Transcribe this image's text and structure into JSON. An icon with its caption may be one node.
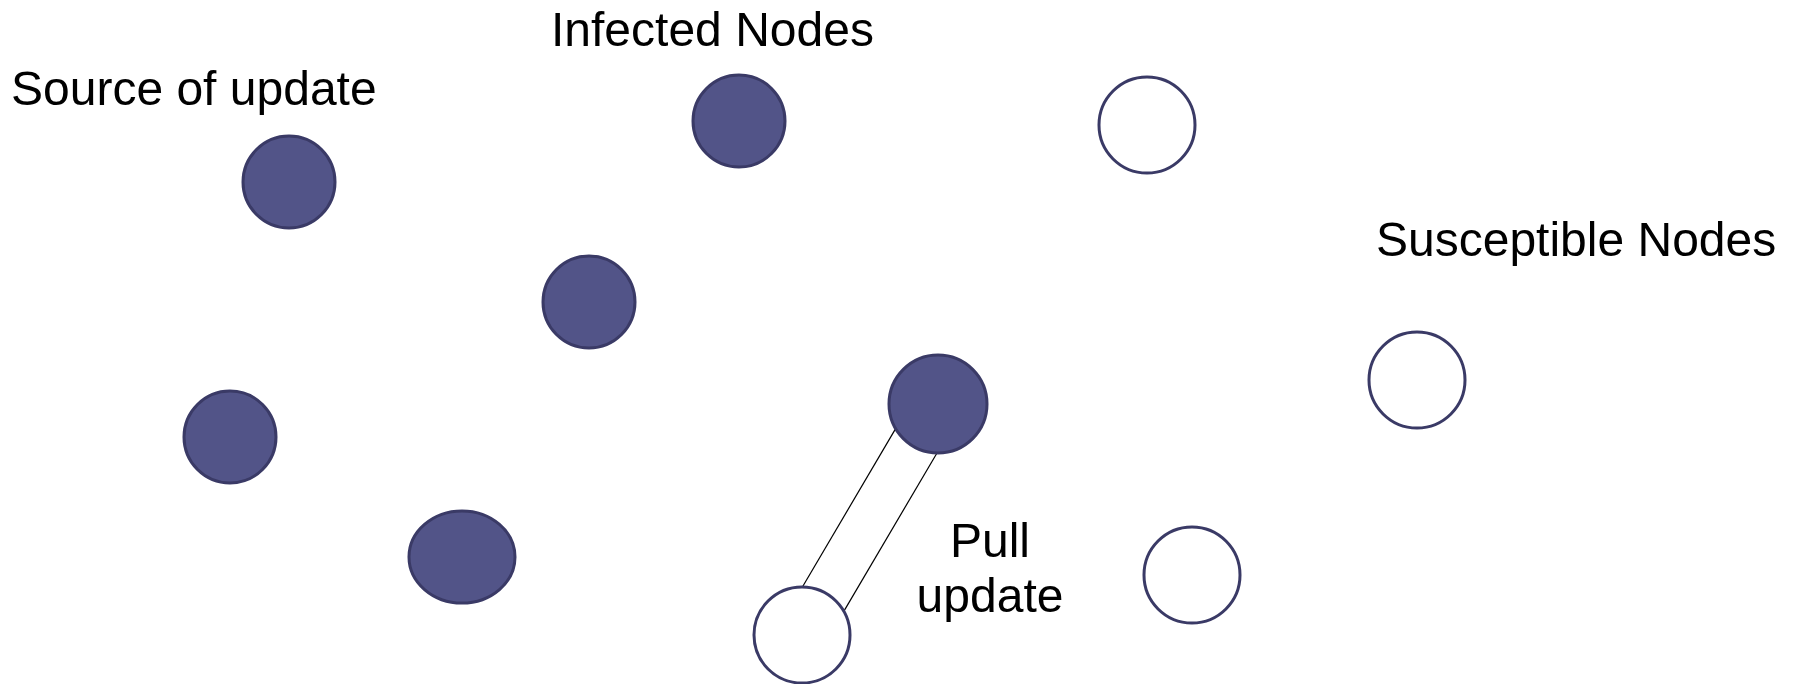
{
  "diagram": {
    "nodes": [
      {
        "text": [],
        "shape": "circle"
      },
      {
        "text": [],
        "shape": "circle"
      },
      {
        "text": [],
        "shape": "circle"
      },
      {
        "text": [],
        "shape": "circle"
      },
      {
        "text": [],
        "shape": "circle"
      },
      {
        "text": [],
        "shape": "circle"
      },
      {
        "text": [],
        "shape": "circle"
      },
      {
        "text": [],
        "shape": "circle"
      },
      {
        "text": [],
        "shape": "circle"
      },
      {
        "text": [],
        "shape": "circle"
      }
    ],
    "edges": [
      {
        "from": 5,
        "to": 9,
        "arrow": "none"
      },
      {
        "from": 5,
        "to": 9,
        "arrow": "none",
        "label": "Pull update"
      }
    ],
    "labels": [
      "Infected Nodes",
      "Source of update",
      "Susceptible Nodes"
    ]
  }
}
